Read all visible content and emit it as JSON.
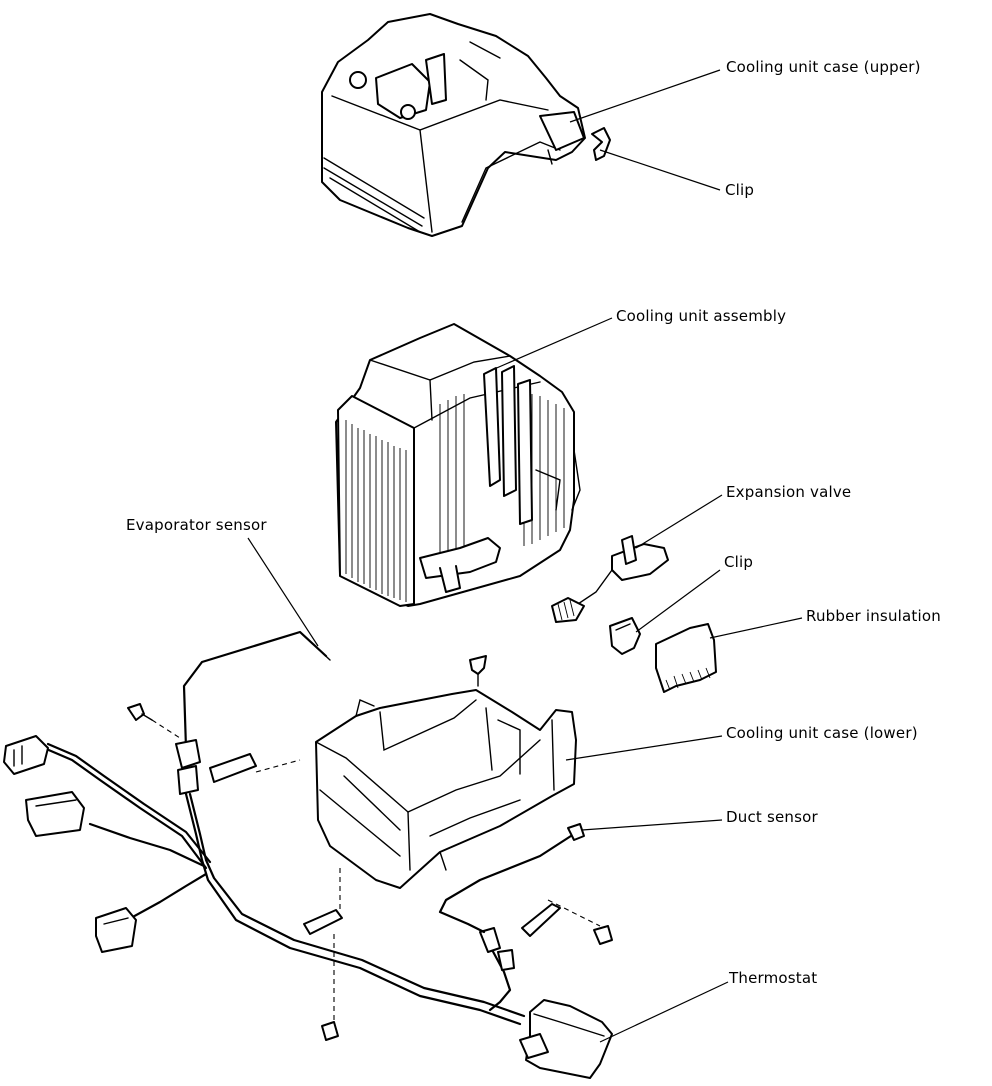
{
  "labels": {
    "case_upper": "Cooling unit case (upper)",
    "clip_top": "Clip",
    "assembly": "Cooling unit assembly",
    "expansion_valve": "Expansion valve",
    "evaporator_sensor": "Evaporator sensor",
    "clip_mid": "Clip",
    "rubber_insulation": "Rubber insulation",
    "case_lower": "Cooling unit case (lower)",
    "duct_sensor": "Duct sensor",
    "thermostat": "Thermostat"
  }
}
